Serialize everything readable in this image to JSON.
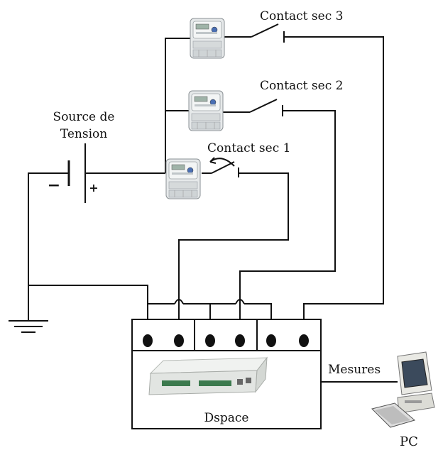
{
  "labels": {
    "source_line1": "Source de",
    "source_line2": "Tension",
    "minus": "−",
    "plus": "+",
    "contact1": "Contact sec 1",
    "contact2": "Contact sec 2",
    "contact3": "Contact sec 3",
    "mesures": "Mesures",
    "dspace": "Dspace",
    "pc": "PC"
  },
  "colors": {
    "wire": "#111111",
    "meter_body": "#e6e9ea",
    "meter_panel": "#c9d2d6",
    "dspace_unit": "#e8ebe8",
    "connector_green": "#3c7a4e"
  },
  "icons": {
    "meter": "electricity-meter-icon",
    "dspace_hardware": "dspace-hardware-icon",
    "pc": "desktop-computer-icon",
    "ground": "ground-symbol-icon",
    "battery": "battery-symbol-icon"
  }
}
